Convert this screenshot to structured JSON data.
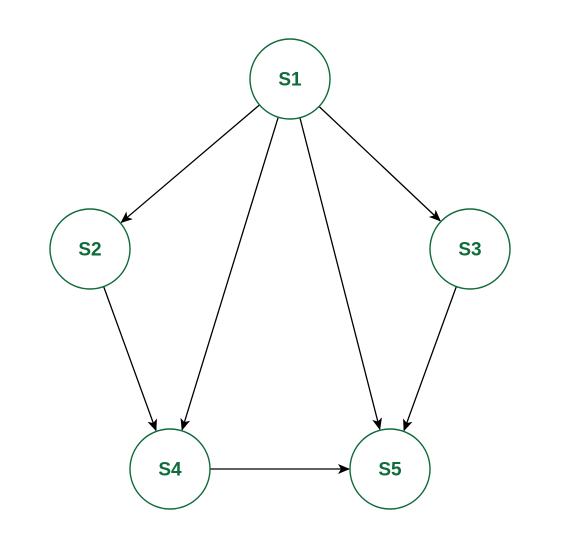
{
  "colors": {
    "node_stroke": "#0f6b3a",
    "node_text": "#0f6b3a",
    "edge": "#000000",
    "background": "#ffffff"
  },
  "nodes": [
    {
      "id": "S1",
      "label": "S1"
    },
    {
      "id": "S2",
      "label": "S2"
    },
    {
      "id": "S3",
      "label": "S3"
    },
    {
      "id": "S4",
      "label": "S4"
    },
    {
      "id": "S5",
      "label": "S5"
    }
  ],
  "edges": [
    {
      "from": "S1",
      "to": "S2"
    },
    {
      "from": "S1",
      "to": "S3"
    },
    {
      "from": "S1",
      "to": "S4"
    },
    {
      "from": "S1",
      "to": "S5"
    },
    {
      "from": "S2",
      "to": "S4"
    },
    {
      "from": "S3",
      "to": "S5"
    },
    {
      "from": "S4",
      "to": "S5"
    }
  ]
}
